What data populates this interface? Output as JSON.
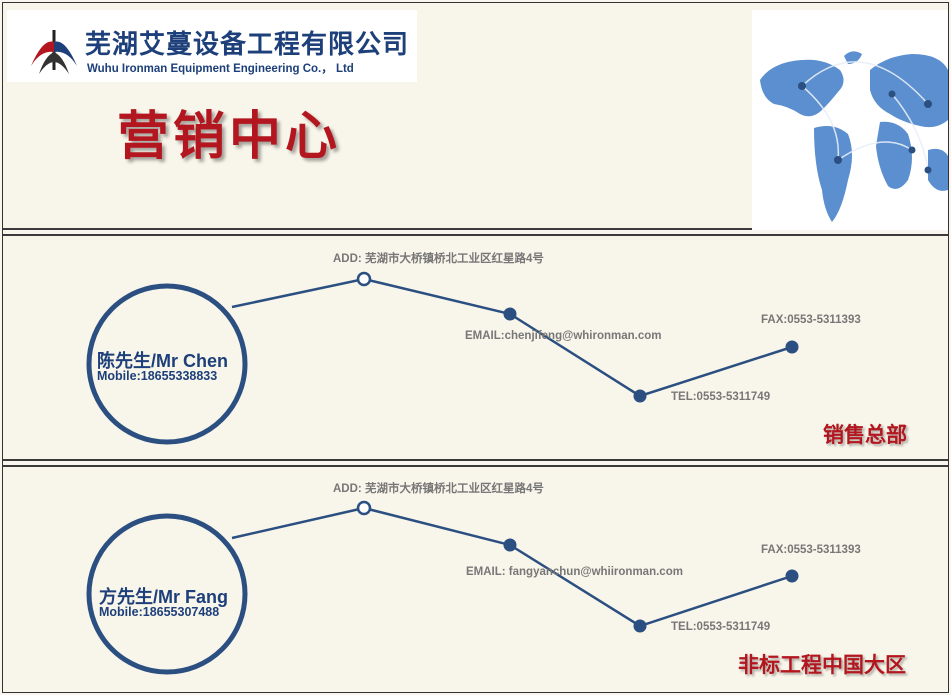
{
  "company": {
    "name_cn": "芜湖艾蔓设备工程有限公司",
    "name_en": "Wuhu Ironman Equipment Engineering Co.， Ltd"
  },
  "title": "营销中心",
  "colors": {
    "brand_blue": "#1d3f7a",
    "accent_red": "#b3161e",
    "line_blue": "#2a4f80"
  },
  "icons": {
    "logo": "ironman-bird-logo",
    "map": "world-map-icon"
  },
  "cards": [
    {
      "name": "陈先生/Mr Chen",
      "mobile": "Mobile:18655338833",
      "address": "ADD: 芜湖市大桥镇桥北工业区红星路4号",
      "email": "EMAIL:chenjifeng@whironman.com",
      "tel": "TEL:0553-5311749",
      "fax": "FAX:0553-5311393",
      "region": "销售总部"
    },
    {
      "name": "方先生/Mr Fang",
      "mobile": "Mobile:18655307488",
      "address": "ADD: 芜湖市大桥镇桥北工业区红星路4号",
      "email": "EMAIL: fangyanchun@whiironman.com",
      "tel": "TEL:0553-5311749",
      "fax": "FAX:0553-5311393",
      "region": "非标工程中国大区"
    }
  ]
}
